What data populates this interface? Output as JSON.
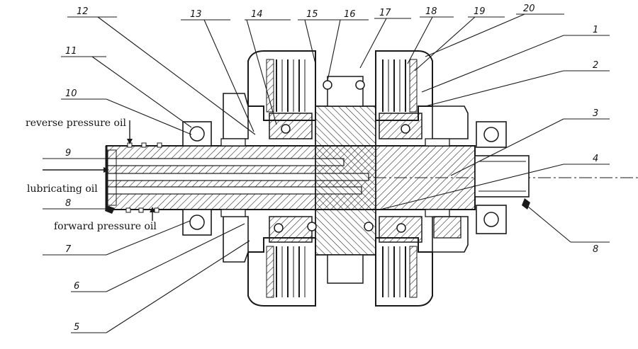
{
  "annotations": {
    "reverse_oil": "reverse pressure oil",
    "lubricating_oil": "lubricating oil",
    "forward_oil": "forward pressure oil"
  },
  "part_numbers": {
    "n1": "1",
    "n2": "2",
    "n3": "3",
    "n4": "4",
    "n5": "5",
    "n6": "6",
    "n7": "7",
    "n8_left": "8",
    "n8_right": "8",
    "n9": "9",
    "n10": "10",
    "n11": "11",
    "n12": "12",
    "n13": "13",
    "n14": "14",
    "n15": "15",
    "n16": "16",
    "n17": "17",
    "n18": "18",
    "n19": "19",
    "n20": "20"
  },
  "colors": {
    "ink": "#1a1a1a",
    "paper": "#ffffff"
  }
}
